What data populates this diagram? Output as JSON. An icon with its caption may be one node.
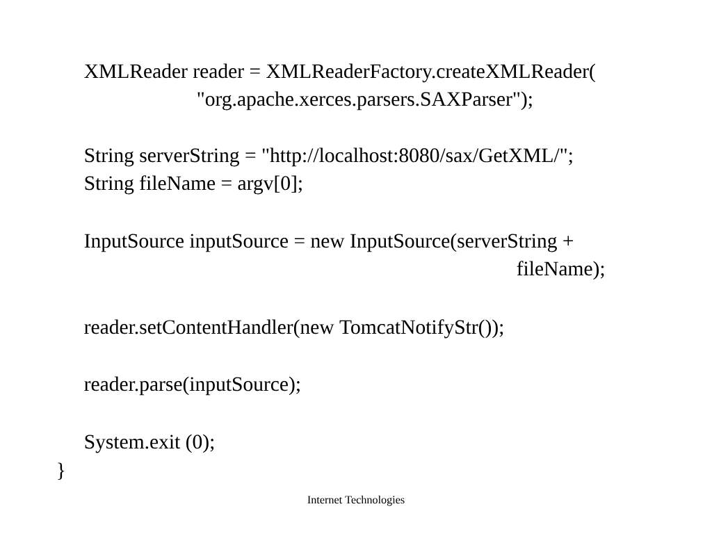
{
  "diagram": {
    "labels": [
      "XMLReader reader = XMLReaderFactory.createXMLReader(",
      "\"org.apache.xerces.parsers.SAXParser\");",
      "String serverString = \"http://localhost:8080/sax/GetXML/\";",
      "String fileName = argv[0];",
      "InputSource inputSource = new InputSource(serverString +",
      "fileName);",
      "reader.setContentHandler(new TomcatNotifyStr());",
      "reader.parse(inputSource);",
      "System.exit (0);",
      "}"
    ],
    "caption": "Internet Technologies"
  }
}
